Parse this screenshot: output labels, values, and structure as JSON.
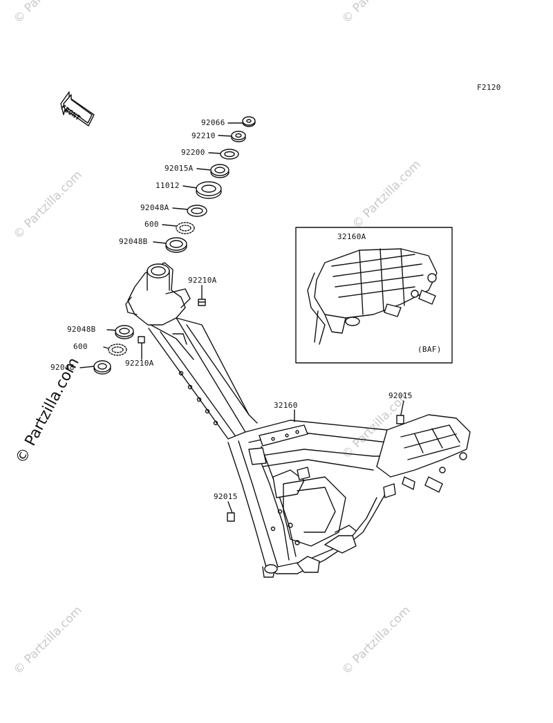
{
  "figure_code": "F2120",
  "front_badge": "FRONT",
  "inset_variant": "(BAF)",
  "watermark": "© Partzilla.com",
  "parts": {
    "p92066": "92066",
    "p92210": "92210",
    "p92200": "92200",
    "p92015A": "92015A",
    "p11012": "11012",
    "p92048A": "92048A",
    "p600a": "600",
    "p92048B_top": "92048B",
    "p92210A_right": "92210A",
    "p92048B_low": "92048B",
    "p600b": "600",
    "p92048": "92048",
    "p92210A_low": "92210A",
    "p32160A": "32160A",
    "p32160": "32160",
    "p92015_right": "92015",
    "p92015_left": "92015"
  }
}
